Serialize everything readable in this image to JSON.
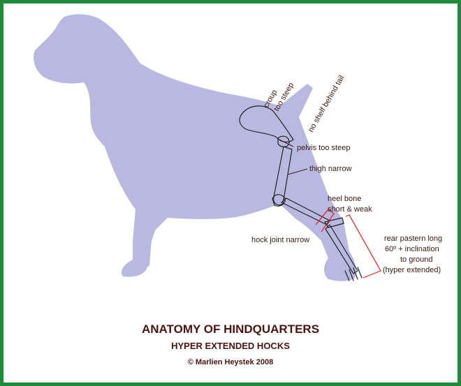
{
  "title": "ANATOMY OF HINDQUARTERS",
  "subtitle": "HYPER EXTENDED HOCKS",
  "credit": "© Marlien Heystek 2008",
  "colors": {
    "border": "#1f8a3a",
    "silhouette": "#b8b8e0",
    "bone_line": "#222222",
    "label_text": "#3a1a10",
    "title_text": "#4a1410",
    "bracket": "#e02020"
  },
  "labels": {
    "croup_1": "croup",
    "croup_2": "too steep",
    "no_shelf": "no shelf behind tail",
    "pelvis": "pelvis too steep",
    "thigh": "thigh narrow",
    "heel_1": "heel bone",
    "heel_2": "short & weak",
    "hock_joint": "hock joint narrow",
    "pastern_1": "rear pastern long",
    "pastern_2": "60º + inclination",
    "pastern_3": "to ground",
    "pastern_4": "(hyper extended)"
  }
}
